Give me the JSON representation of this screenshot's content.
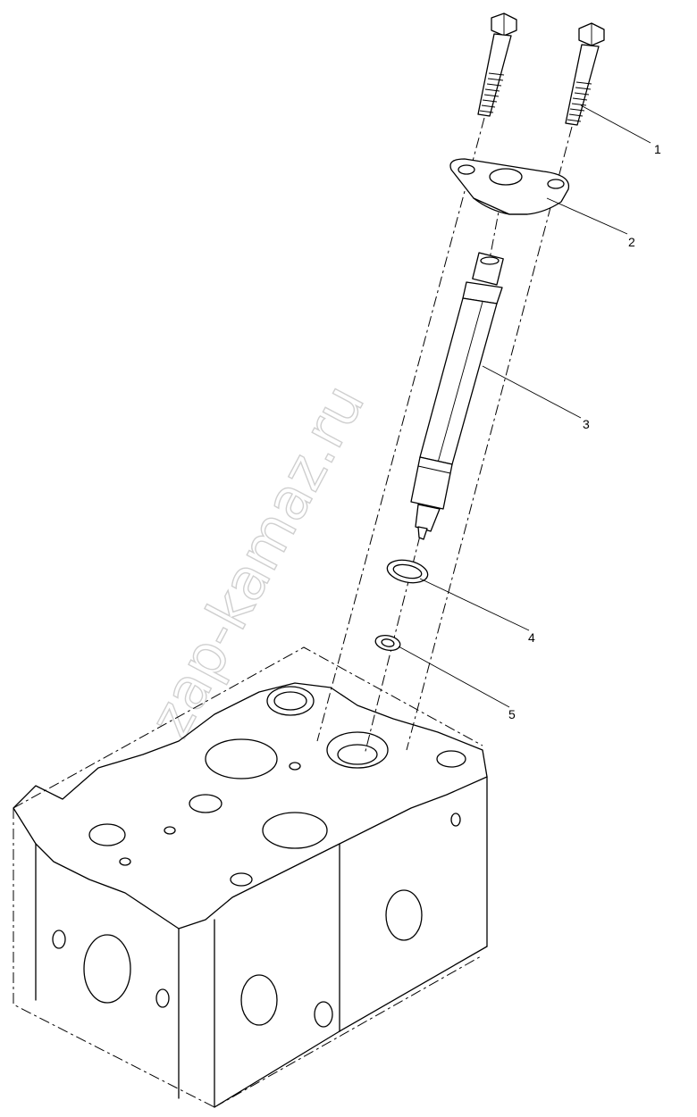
{
  "diagram": {
    "watermark": "zap-kamaz.ru",
    "callouts": [
      {
        "number": "1"
      },
      {
        "number": "2"
      },
      {
        "number": "3"
      },
      {
        "number": "4"
      },
      {
        "number": "5"
      }
    ]
  }
}
